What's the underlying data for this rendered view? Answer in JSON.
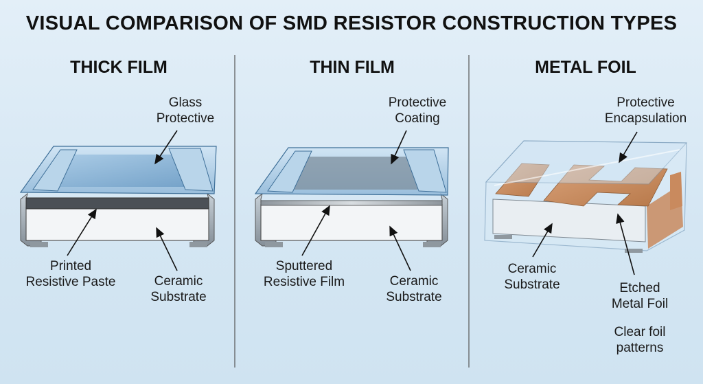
{
  "title": "VISUAL COMPARISON OF SMD RESISTOR CONSTRUCTION TYPES",
  "columns": [
    {
      "heading": "THICK FILM",
      "callouts": {
        "protective": [
          "Glass",
          "Protective"
        ],
        "resistive": [
          "Printed",
          "Resistive Paste"
        ],
        "substrate": [
          "Ceramic",
          "Substrate"
        ]
      }
    },
    {
      "heading": "THIN FILM",
      "callouts": {
        "protective": [
          "Protective",
          "Coating"
        ],
        "resistive": [
          "Sputtered",
          "Resistive Film"
        ],
        "substrate": [
          "Ceramic",
          "Substrate"
        ]
      }
    },
    {
      "heading": "METAL FOIL",
      "callouts": {
        "protective": [
          "Protective",
          "Encapsulation"
        ],
        "substrate": [
          "Ceramic",
          "Substrate"
        ],
        "resistive": [
          "Etched",
          "Metal Foil"
        ],
        "note": [
          "Clear foil",
          "patterns"
        ]
      }
    }
  ],
  "colors": {
    "background": "#d6e8f4",
    "glass": "#9cc3e2",
    "substrate": "#f4f6f8",
    "terminal": "#9aa3ab",
    "thick_film": "#4a4f55",
    "foil": "#c98a5e",
    "text": "#111111"
  }
}
